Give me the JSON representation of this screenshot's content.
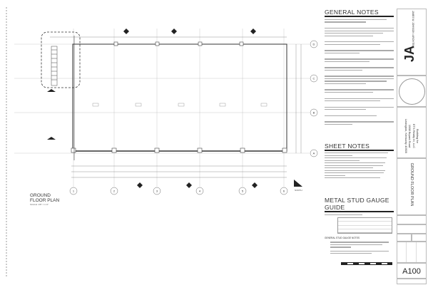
{
  "plan": {
    "title_line1": "GROUND",
    "title_line2": "FLOOR PLAN",
    "scale": "SCALE: 1/8\" = 1'-0\"",
    "north_label": "NORTH",
    "column_grid": [
      "1",
      "2",
      "3",
      "4",
      "5",
      "6"
    ],
    "row_grid": [
      "D",
      "C",
      "B",
      "A"
    ]
  },
  "notes": {
    "general_title": "GENERAL NOTES",
    "sheet_title": "SHEET NOTES",
    "gauge_title": "METAL STUD GAUGE GUIDE",
    "gauge_notes_title": "GENERAL STUD GAUGE NOTES"
  },
  "titleblock": {
    "architect": "JAMES W. JOHNSON • ARCHITECT",
    "project_line1": "Building for",
    "project_line2": "ETS Realty III, LLC",
    "address_line1": "1968 Bryant Road",
    "address_line2": "Lexington, Kentucky 40509",
    "sheet_title": "GROUND FLOOR PLAN",
    "sheet_number": "A100"
  }
}
